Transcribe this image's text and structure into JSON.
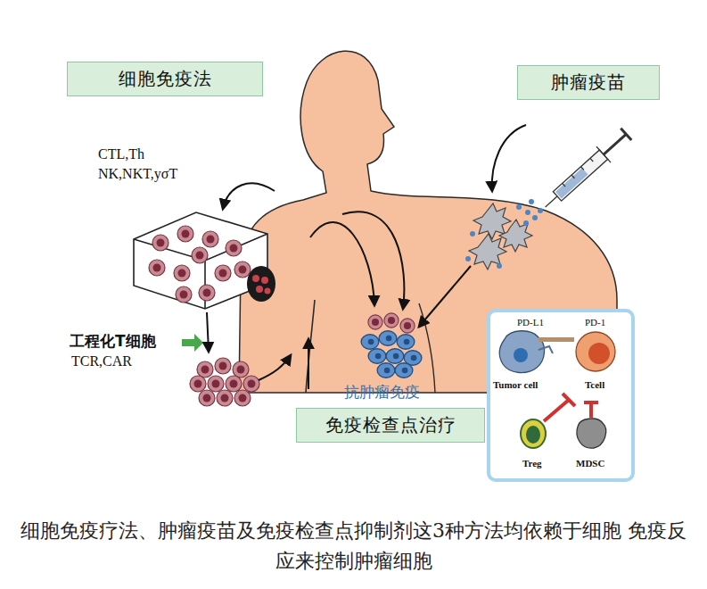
{
  "diagram": {
    "caption": "细胞免疫疗法、肿瘤疫苗及免疫检查点抑制剂这3种方法均依赖于细胞 免疫反应来控制肿瘤细胞",
    "nodes": [
      {
        "text": [
          "细胞免疫法"
        ]
      },
      {
        "text": [
          "肿瘤疫苗"
        ]
      },
      {
        "text": [
          "免疫检查点治疗"
        ]
      }
    ],
    "labels": [
      "CTL,Th",
      "NK,NKT,yσT",
      "工程化T细胞",
      "TCR,CAR",
      "抗肿瘤免疫",
      "PD-L1",
      "PD-1",
      "Tumor cell",
      "Tcell",
      "Treg",
      "MDSC"
    ]
  }
}
